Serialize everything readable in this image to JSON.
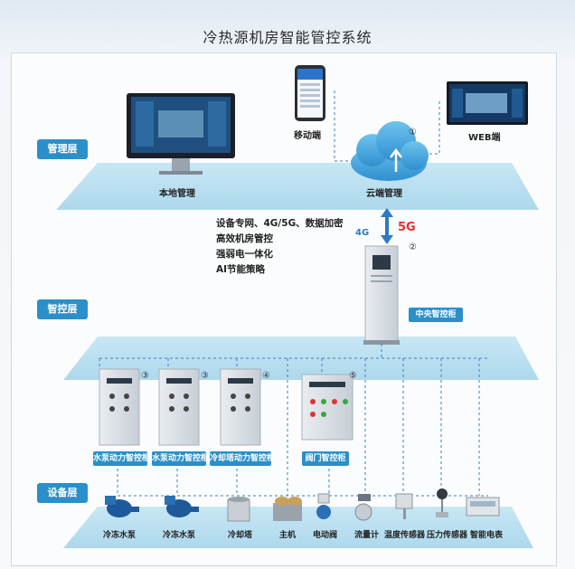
{
  "title": "冷热源机房智能管控系统",
  "layers": {
    "management": "管理层",
    "control": "智控层",
    "device": "设备层"
  },
  "management": {
    "local": "本地管理",
    "cloud": "云端管理",
    "mobile": "移动端",
    "web": "WEB端",
    "marker_1": "①"
  },
  "network": {
    "lines": [
      "设备专网、4G/5G、数据加密",
      "高效机房管控",
      "强弱电一体化",
      "AI节能策略"
    ],
    "badge_4g": "4G",
    "badge_5g": "5G",
    "marker_2": "②"
  },
  "control": {
    "central": "中央智控柜",
    "cabinets": [
      {
        "label": "水泵动力智控柜",
        "marker": "③"
      },
      {
        "label": "水泵动力智控柜",
        "marker": "③"
      },
      {
        "label": "冷却塔动力智控柜",
        "marker": "④"
      },
      {
        "label": "阀门智控柜",
        "marker": "⑤"
      }
    ]
  },
  "devices": [
    "冷冻水泵",
    "冷冻水泵",
    "冷却塔",
    "主机",
    "电动阀",
    "流量计",
    "温度传感器",
    "压力传感器",
    "智能电表"
  ],
  "colors": {
    "accent": "#2b8fc9",
    "platform": "#a9d8ec",
    "platform_edge": "#7fc2e0"
  }
}
